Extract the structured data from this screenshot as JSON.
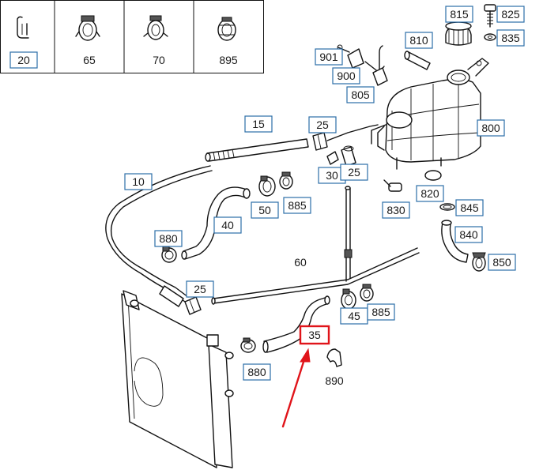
{
  "legend": {
    "labels": [
      "20",
      "65",
      "70",
      "895"
    ]
  },
  "callouts": {
    "c815": "815",
    "c825": "825",
    "c835": "835",
    "c810": "810",
    "c901": "901",
    "c900": "900",
    "c805": "805",
    "c800": "800",
    "c15": "15",
    "c25a": "25",
    "c30": "30",
    "c25b": "25",
    "c830": "830",
    "c820": "820",
    "c10": "10",
    "c50": "50",
    "c885a": "885",
    "c845": "845",
    "c40": "40",
    "c840": "840",
    "c880a": "880",
    "c60": "60",
    "c850": "850",
    "c25c": "25",
    "c45": "45",
    "c885b": "885",
    "c35": "35",
    "c880b": "880",
    "c890": "890"
  },
  "highlight": {
    "part_number": "35",
    "color": "#e0141a"
  },
  "colors": {
    "label_border": "#2c6ea8",
    "line": "#111111"
  }
}
